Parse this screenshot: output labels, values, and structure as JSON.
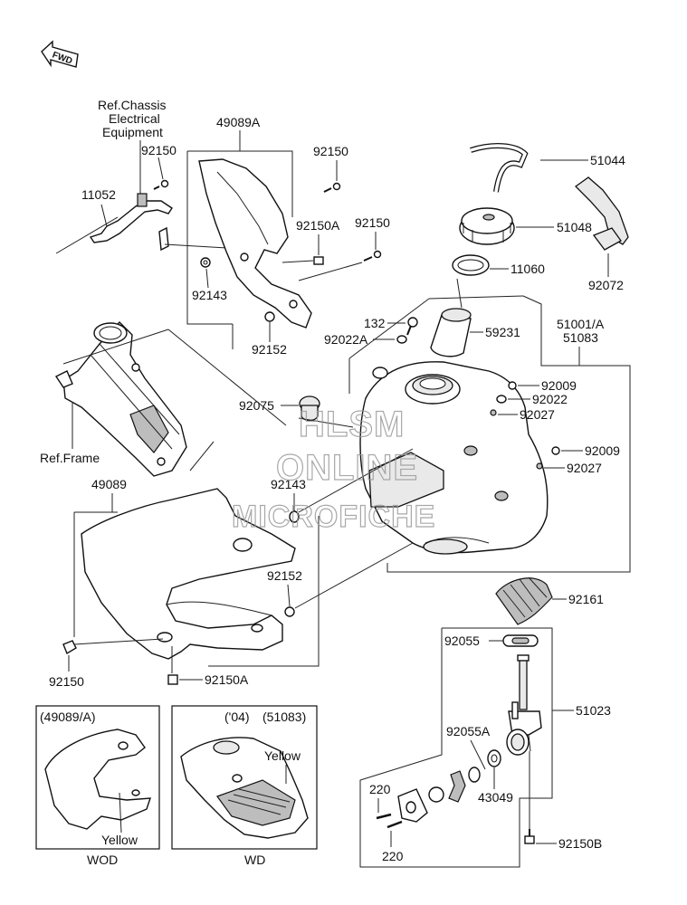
{
  "direction_arrow": {
    "label": "FWD"
  },
  "watermark": {
    "line1": "HLSM",
    "line2": "ONLINE",
    "line3": "MICROFICHE"
  },
  "callouts": {
    "ref_chassis_1": "Ref.Chassis",
    "ref_chassis_2": "Electrical",
    "ref_chassis_3": "Equipment",
    "p49089A": "49089A",
    "p92150_a": "92150",
    "p92150_b": "92150",
    "p11052": "11052",
    "p92150A_a": "92150A",
    "p92150_c": "92150",
    "p92143_a": "92143",
    "p92152_a": "92152",
    "p51044": "51044",
    "p51048": "51048",
    "p11060": "11060",
    "p92072": "92072",
    "p132": "132",
    "p92022A": "92022A",
    "p59231": "59231",
    "p51001A": "51001/A",
    "p51083": "51083",
    "p92009_a": "92009",
    "p92022": "92022",
    "p92027_a": "92027",
    "p92075": "92075",
    "p92009_b": "92009",
    "p92027_b": "92027",
    "ref_frame": "Ref.Frame",
    "p49089": "49089",
    "p92143_b": "92143",
    "p92152_b": "92152",
    "p92161": "92161",
    "p92150_d": "92150",
    "p92150A_b": "92150A",
    "p92055": "92055",
    "p51023": "51023",
    "p92055A": "92055A",
    "p220_a": "220",
    "p43049": "43049",
    "p220_b": "220",
    "p92150B": "92150B"
  },
  "inset_wod": {
    "header": "(49089/A)",
    "color_label": "Yellow",
    "footer": "WOD"
  },
  "inset_wd": {
    "year": "('04)",
    "part": "(51083)",
    "color_label": "Yellow",
    "footer": "WD"
  }
}
